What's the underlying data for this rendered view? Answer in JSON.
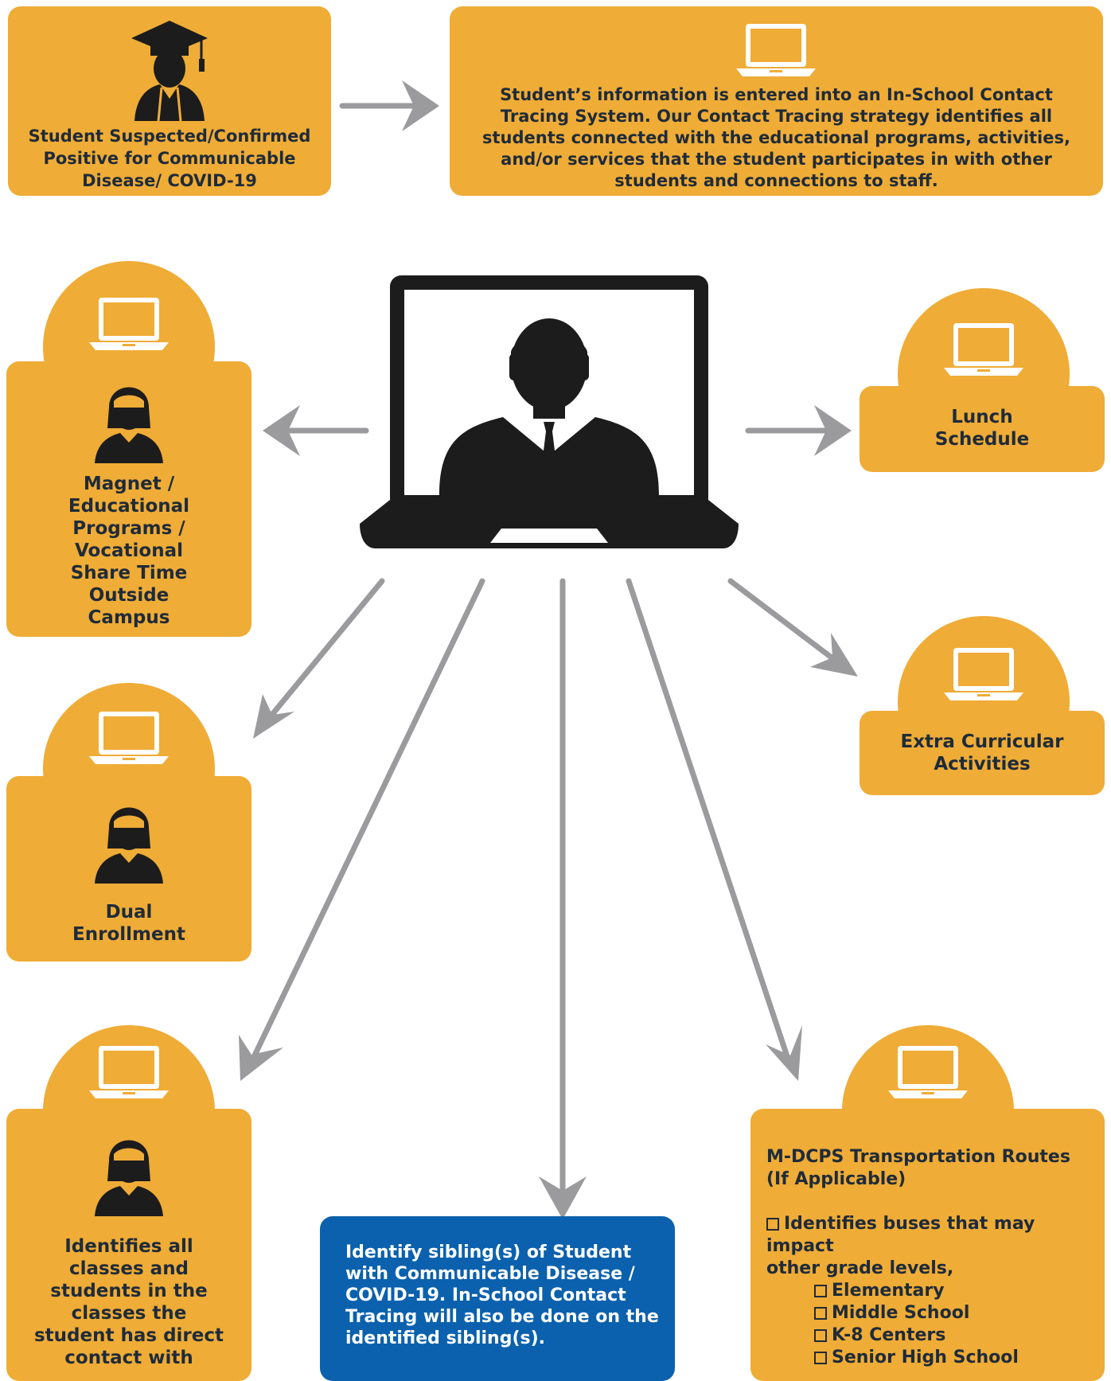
{
  "colors": {
    "box": "#efac36",
    "text": "#1f2b3a",
    "arrow": "#9b9b9e",
    "blue_box": "#0b61ad",
    "dark": "#1c1c1c"
  },
  "top_left": {
    "icon": "graduate-icon",
    "text_lines": [
      "Student Suspected/Confirmed",
      "Positive for Communicable",
      "Disease/ COVID-19"
    ]
  },
  "top_right": {
    "icon": "laptop-icon",
    "text_lines": [
      "Student’s information is entered into an In-School Contact",
      "Tracing System. Our Contact Tracing strategy identifies all",
      "students connected with the educational programs, activities,",
      "and/or services that the student participates in with other",
      "students and connections to staff."
    ]
  },
  "center": {
    "icon": "laptop-agent-icon"
  },
  "magnet": {
    "icons": [
      "laptop-icon",
      "student-icon"
    ],
    "text_lines": [
      "Magnet /",
      "Educational",
      "Programs /",
      "Vocational",
      "Share Time",
      "Outside",
      "Campus"
    ]
  },
  "dual": {
    "icons": [
      "laptop-icon",
      "student-icon"
    ],
    "text_lines": [
      "Dual",
      "Enrollment"
    ]
  },
  "classes": {
    "icons": [
      "laptop-icon",
      "student-icon"
    ],
    "text_lines": [
      "Identifies all",
      "classes and",
      "students in the",
      "classes the",
      "student has direct",
      "contact with"
    ]
  },
  "lunch": {
    "icon": "laptop-icon",
    "text_lines": [
      "Lunch",
      "Schedule"
    ]
  },
  "extra": {
    "icon": "laptop-icon",
    "text_lines": [
      "Extra Curricular",
      "Activities"
    ]
  },
  "sibling": {
    "text_lines": [
      "Identify sibling(s) of Student",
      "with Communicable Disease /",
      "COVID-19. In-School Contact",
      "Tracing will also be done on the",
      "identified sibling(s)."
    ]
  },
  "transport": {
    "icon": "laptop-icon",
    "title_lines": [
      "M-DCPS Transportation Routes",
      "(If Applicable)"
    ],
    "item_lines": [
      "Identifies buses that may impact",
      "other grade levels,"
    ],
    "sub_items": [
      "Elementary",
      "Middle School",
      "K-8 Centers",
      "Senior High School"
    ]
  }
}
